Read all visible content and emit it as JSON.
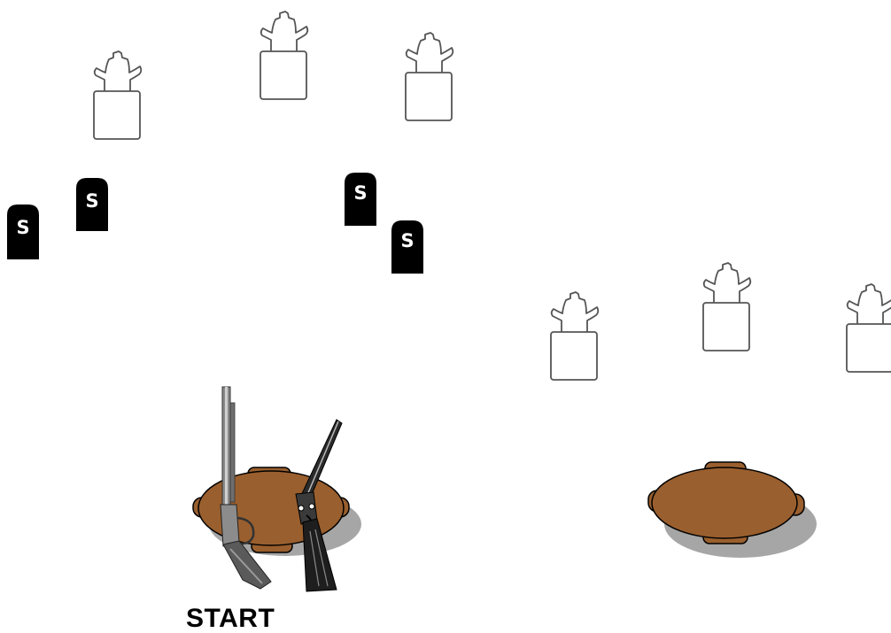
{
  "stage": {
    "start_label": "START"
  },
  "targets": {
    "count": 6,
    "shape": "cowboy-silhouette",
    "stroke": "#555555",
    "fill": "#ffffff"
  },
  "markers": {
    "letter": "S",
    "count": 4,
    "fill": "#000000"
  },
  "barrels": {
    "count": 2,
    "fill": "#9a5f2e",
    "stroke": "#000000",
    "shadow": "#a6a6a6"
  },
  "firearms": [
    {
      "name": "rifle",
      "kind": "lever-action rifle"
    },
    {
      "name": "shotgun",
      "kind": "double-barrel shotgun"
    }
  ]
}
